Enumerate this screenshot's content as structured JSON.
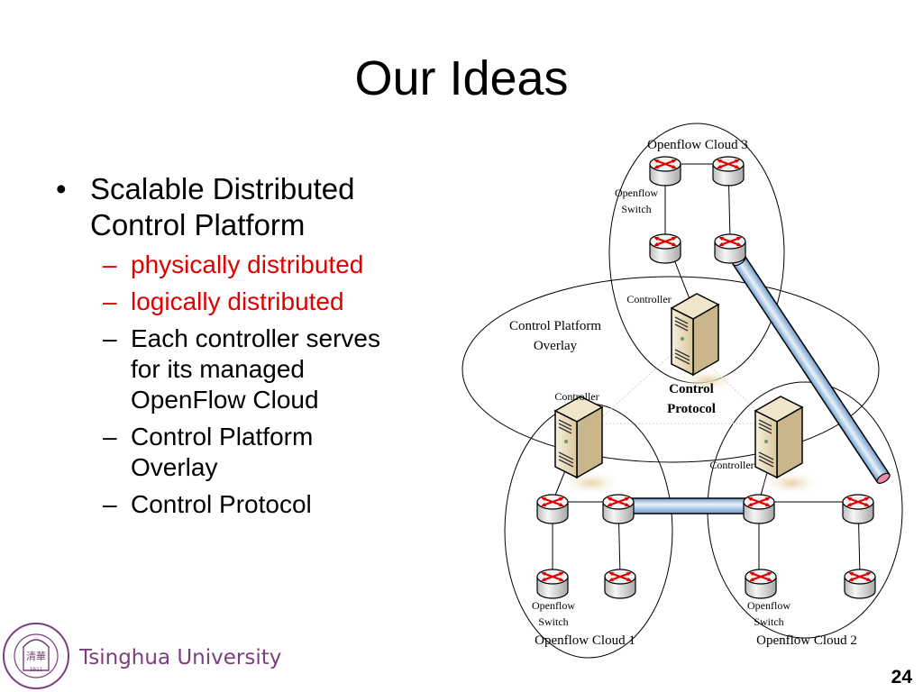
{
  "slide": {
    "title": "Our Ideas",
    "page_number": "24",
    "bullets": [
      {
        "text": "Scalable Distributed Control Platform",
        "line1": "Scalable Distributed",
        "line2": "Control Platform",
        "sub": [
          {
            "lines": [
              "physically distributed"
            ],
            "color": "#e00000"
          },
          {
            "lines": [
              "logically distributed"
            ],
            "color": "#e00000"
          },
          {
            "lines": [
              "Each controller serves",
              "for its managed",
              "OpenFlow Cloud"
            ],
            "color": "#000000"
          },
          {
            "lines": [
              "Control Platform",
              "Overlay"
            ],
            "color": "#000000"
          },
          {
            "lines": [
              "Control Protocol"
            ],
            "color": "#000000"
          }
        ]
      }
    ],
    "bullet_glyph": "•",
    "dash_glyph": "–"
  },
  "diagram": {
    "clouds": {
      "cloud1": "Openflow Cloud 1",
      "cloud2": "Openflow Cloud 2",
      "cloud3": "Openflow Cloud 3"
    },
    "overlay_label_1": "Control Platform",
    "overlay_label_2": "Overlay",
    "protocol_label_1": "Control",
    "protocol_label_2": "Protocol",
    "controller_label": "Controller",
    "switch_label_1": "Openflow",
    "switch_label_2": "Switch",
    "icons": {
      "switch": "router-switch-icon",
      "controller": "server-tower-icon"
    },
    "colors": {
      "link_pipe": "#9cc3e6",
      "switch_arrows": "#e00000",
      "server_body": "#e8dcc0"
    }
  },
  "footer": {
    "university": "Tsinghua University",
    "seal_year": "1911",
    "brand_color": "#7b3f7e"
  }
}
